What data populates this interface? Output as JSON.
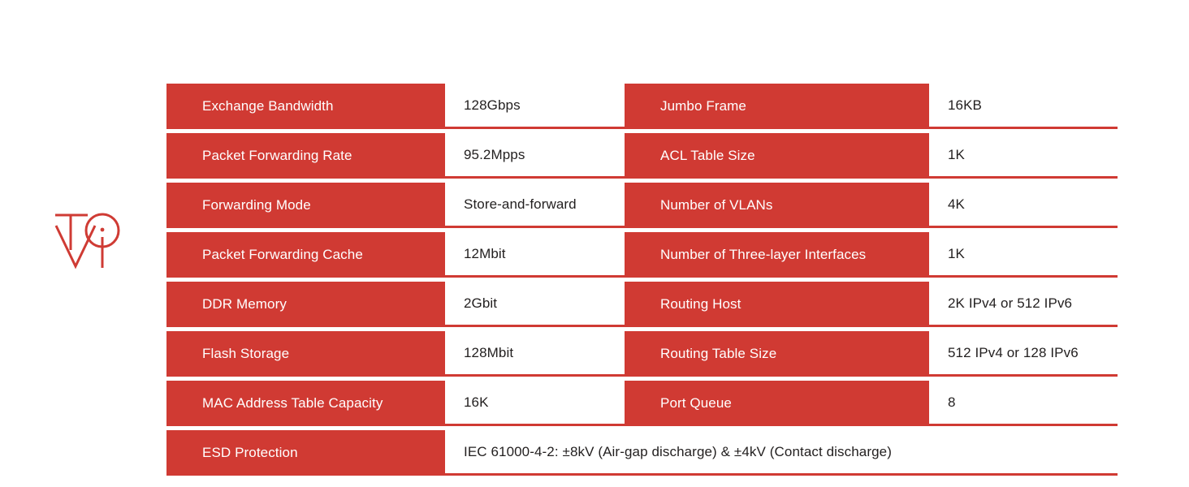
{
  "logo": {
    "name": "tvoi-monogram-logo",
    "color": "#cf3b34",
    "letters": "TVOi"
  },
  "colors": {
    "accent_red": "#d03a33",
    "label_text": "#ffffff",
    "value_text": "#221f1f",
    "page_background": "#ffffff"
  },
  "spec_table": {
    "rows": [
      {
        "left_label": "Exchange Bandwidth",
        "left_value": "128Gbps",
        "right_label": "Jumbo Frame",
        "right_value": "16KB"
      },
      {
        "left_label": "Packet Forwarding Rate",
        "left_value": "95.2Mpps",
        "right_label": "ACL Table Size",
        "right_value": "1K"
      },
      {
        "left_label": "Forwarding Mode",
        "left_value": "Store-and-forward",
        "right_label": "Number of VLANs",
        "right_value": "4K"
      },
      {
        "left_label": "Packet Forwarding Cache",
        "left_value": "12Mbit",
        "right_label": "Number of Three-layer Interfaces",
        "right_value": "1K"
      },
      {
        "left_label": "DDR Memory",
        "left_value": "2Gbit",
        "right_label": "Routing Host",
        "right_value": "2K IPv4 or 512 IPv6"
      },
      {
        "left_label": "Flash Storage",
        "left_value": "128Mbit",
        "right_label": "Routing Table Size",
        "right_value": "512 IPv4 or 128 IPv6"
      },
      {
        "left_label": "MAC Address Table Capacity",
        "left_value": "16K",
        "right_label": "Port Queue",
        "right_value": "8"
      }
    ],
    "full_width_row": {
      "label": "ESD Protection",
      "value": "IEC 61000-4-2: ±8kV (Air-gap discharge) & ±4kV (Contact discharge)"
    }
  }
}
